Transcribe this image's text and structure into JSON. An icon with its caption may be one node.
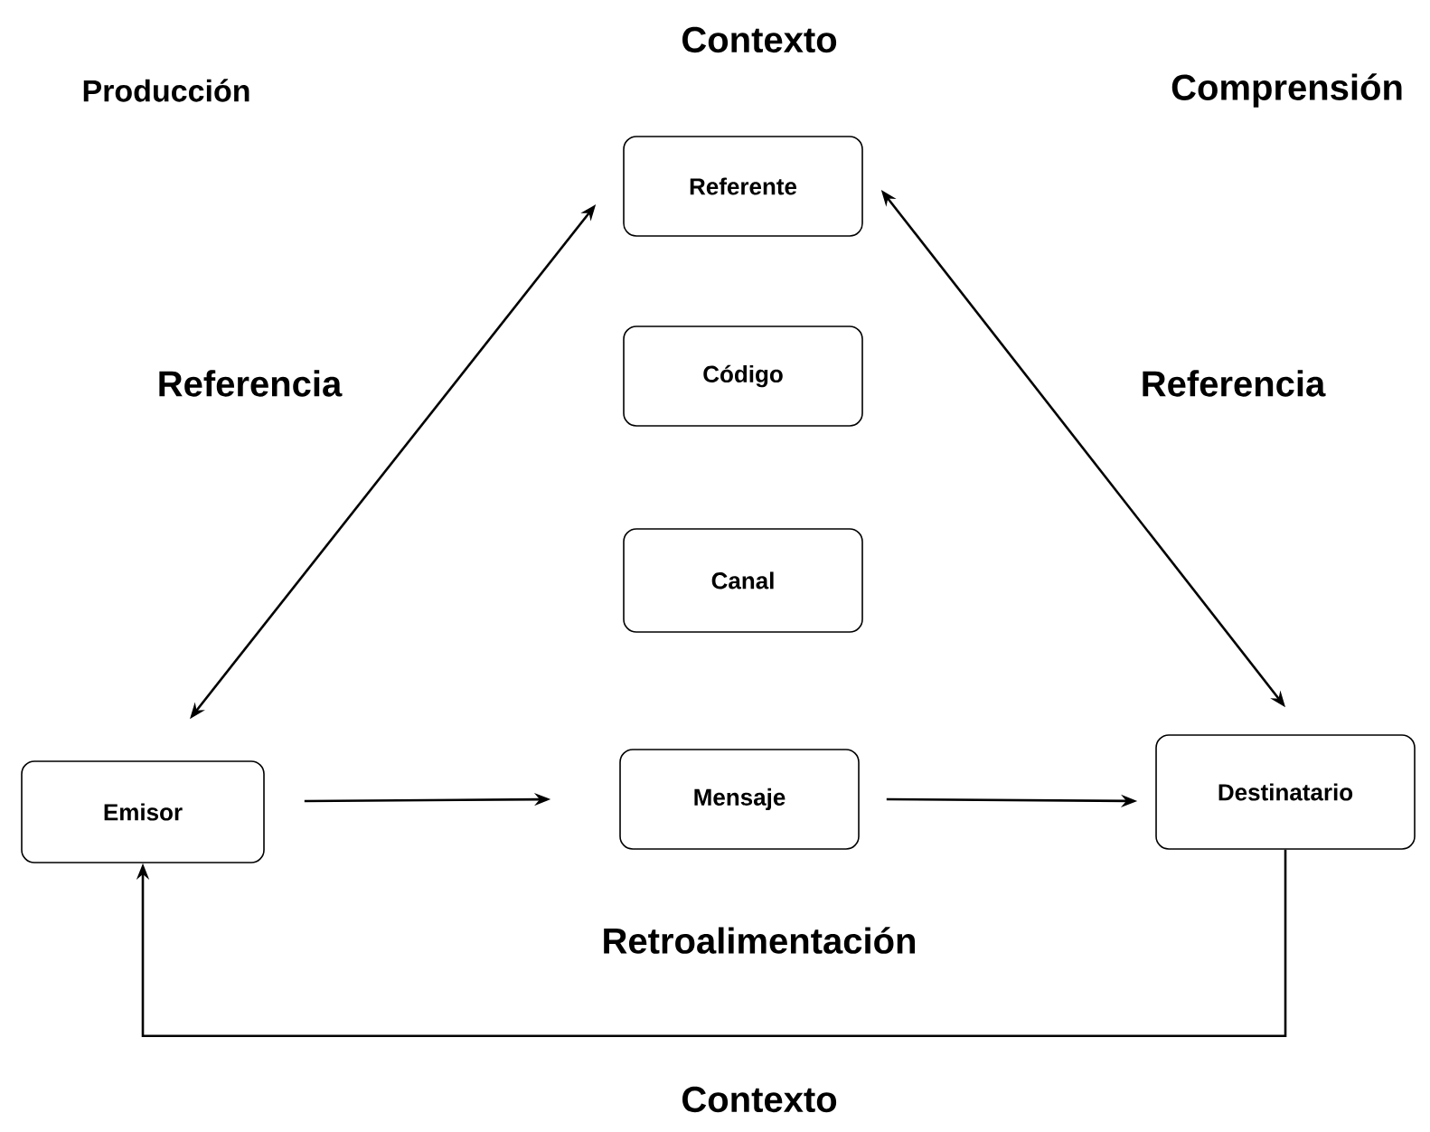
{
  "diagram": {
    "nodes": [
      {
        "text": [
          "Referente"
        ]
      },
      {
        "text": [
          "Código"
        ]
      },
      {
        "text": [
          "Canal"
        ]
      },
      {
        "text": [
          "Emisor"
        ]
      },
      {
        "text": [
          "Mensaje"
        ]
      },
      {
        "text": [
          "Destinatario"
        ]
      }
    ],
    "edges": [
      {
        "from": 3,
        "to": 0,
        "arrow": "both"
      },
      {
        "from": 0,
        "to": 5,
        "arrow": "both"
      },
      {
        "from": 3,
        "to": 4,
        "arrow": "to"
      },
      {
        "from": 4,
        "to": 5,
        "arrow": "to"
      },
      {
        "from": 5,
        "to": 3,
        "arrow": "to",
        "label": "Retroalimentación"
      }
    ],
    "labels": [
      "Contexto",
      "Producción",
      "Comprensión",
      "Referencia",
      "Referencia",
      "Contexto"
    ]
  }
}
